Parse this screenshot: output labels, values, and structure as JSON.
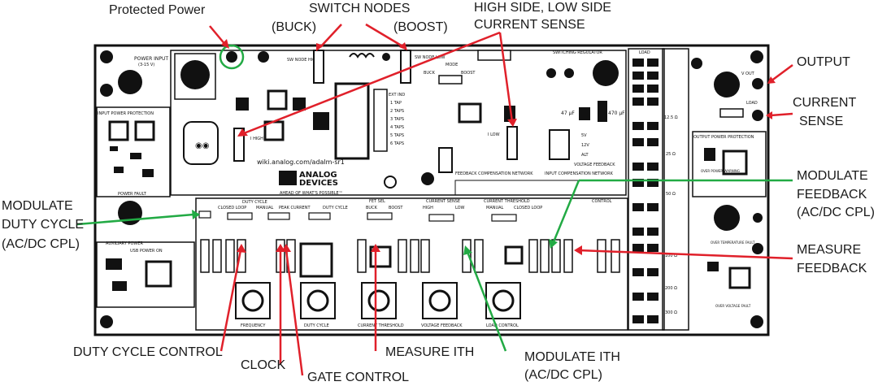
{
  "callouts": {
    "protected_power": "Protected Power",
    "switch_nodes": "SWITCH NODES",
    "buck": "(BUCK)",
    "boost": "(BOOST)",
    "high_low_side_1": "HIGH SIDE, LOW SIDE",
    "high_low_side_2": "CURRENT SENSE",
    "output": "OUTPUT",
    "current_sense_1": "CURRENT",
    "current_sense_2": "SENSE",
    "modulate_feedback_1": "MODULATE",
    "modulate_feedback_2": "FEEDBACK",
    "modulate_feedback_3": "(AC/DC CPL)",
    "measure_feedback_1": "MEASURE",
    "measure_feedback_2": "FEEDBACK",
    "modulate_duty_1": "MODULATE",
    "modulate_duty_2": "DUTY CYCLE",
    "modulate_duty_3": "(AC/DC CPL)",
    "duty_cycle_control": "DUTY CYCLE CONTROL",
    "clock": "CLOCK",
    "gate_control": "GATE CONTROL",
    "measure_ith": "MEASURE ITH",
    "modulate_ith_1": "MODULATE ITH",
    "modulate_ith_2": "(AC/DC CPL)"
  },
  "board": {
    "power_input": "POWER INPUT",
    "power_input_range": "(3-15 V)",
    "input_power_protection": "INPUT POWER PROTECTION",
    "power_fault": "POWER FAULT",
    "auxiliary_power": "AUXILIARY POWER",
    "usb_power_on": "USB POWER ON",
    "sw_node_high": "SW NODE HIGH",
    "sw_node_low": "SW NODE LOW",
    "switching_regulator": "SWITCHING REGULATOR",
    "mode": "MODE",
    "buck": "BUCK",
    "boost": "BOOST",
    "ext_ind": "EXT IND",
    "taps": [
      "1 TAP",
      "2 TAPS",
      "3 TAPS",
      "4 TAPS",
      "5 TAPS",
      "6 TAPS"
    ],
    "i_high": "I HIGH",
    "i_low": "I LOW",
    "cap_47": "47 µF",
    "cap_470": "470 µF",
    "v5": "5V",
    "v12": "12V",
    "alt": "ALT",
    "voltage_feedback": "VOLTAGE FEEDBACK",
    "feedback_comp": "FEEDBACK COMPENSATION NETWORK",
    "input_comp": "INPUT COMPENSATION NETWORK",
    "wiki": "wiki.analog.com/adalm-sr1",
    "brand_1": "ANALOG",
    "brand_2": "DEVICES",
    "tagline": "AHEAD OF WHAT'S POSSIBLE™",
    "load": "LOAD",
    "load_values": [
      "12.5 Ω",
      "25 Ω",
      "50 Ω",
      "100 Ω",
      "200 Ω",
      "300 Ω"
    ],
    "v_out": "V OUT",
    "load_label": "LOAD",
    "output_power_protection": "OUTPUT POWER PROTECTION",
    "over_power": "OVER POWER WARNING",
    "over_temp": "OVER TEMPERATURE FAULT",
    "over_voltage": "OVER VOLTAGE FAULT",
    "duty_cycle": "DUTY CYCLE",
    "closed_loop": "CLOSED LOOP",
    "manual": "MANUAL",
    "peak_current": "PEAK CURRENT",
    "fet_sel": "FET SEL",
    "current_sense": "CURRENT SENSE",
    "high": "HIGH",
    "low": "LOW",
    "current_threshold": "CURRENT THRESHOLD",
    "control": "CONTROL",
    "pots": [
      "FREQUENCY",
      "DUTY CYCLE",
      "CURRENT THRESHOLD",
      "VOLTAGE FEEDBACK",
      "LOAD CONTROL"
    ]
  }
}
